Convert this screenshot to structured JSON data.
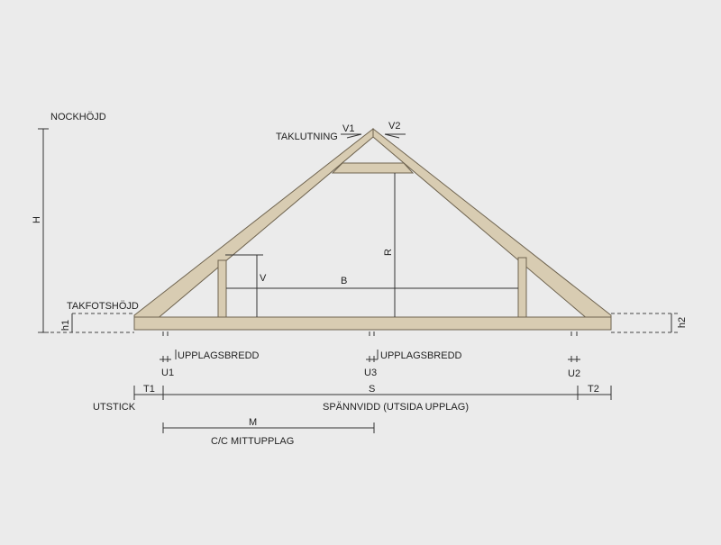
{
  "colors": {
    "background": "#ebebeb",
    "wood": "#d8ccb2",
    "wood_edge": "#6f6450",
    "line": "#333333"
  },
  "labels": {
    "nockhojd": "NOCKHÖJD",
    "h": "H",
    "taklutning": "TAKLUTNING",
    "v1": "V1",
    "v2": "V2",
    "r": "R",
    "v": "V",
    "b": "B",
    "takfotshojd": "TAKFOTSHÖJD",
    "h1": "h1",
    "h2": "h2",
    "upplagsbredd_left": "UPPLAGSBREDD",
    "upplagsbredd_mid": "UPPLAGSBREDD",
    "u1": "U1",
    "u3": "U3",
    "u2": "U2",
    "t1": "T1",
    "s": "S",
    "t2": "T2",
    "utstick": "UTSTICK",
    "spannvidd": "SPÄNNVIDD (UTSIDA UPPLAG)",
    "m": "M",
    "cc_mittupplag": "C/C MITTUPPLAG"
  }
}
